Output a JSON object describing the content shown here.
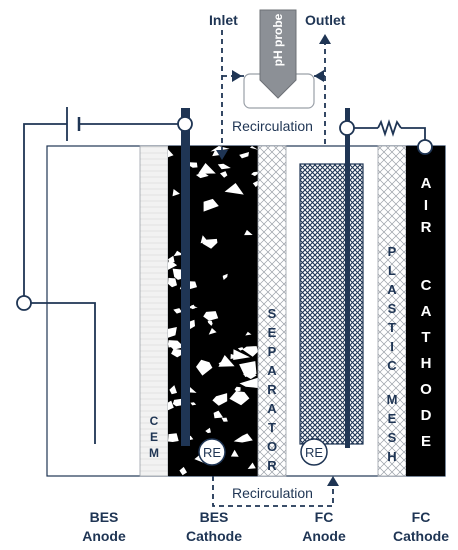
{
  "top_labels": {
    "inlet": "Inlet",
    "outlet": "Outlet",
    "ph_probe": "pH probe",
    "recirculation_top": "Recirculation",
    "recirculation_bottom": "Recirculation"
  },
  "electrodes": {
    "re_left": "RE",
    "re_right": "RE"
  },
  "vertical_labels": {
    "cem": [
      "C",
      "E",
      "M"
    ],
    "separator": [
      "S",
      "E",
      "P",
      "A",
      "R",
      "A",
      "T",
      "O",
      "R"
    ],
    "plastic": [
      "P",
      "L",
      "A",
      "S",
      "T",
      "I",
      "C"
    ],
    "mesh": [
      "M",
      "E",
      "S",
      "H"
    ],
    "air": [
      "A",
      "I",
      "R"
    ],
    "cathode": [
      "C",
      "A",
      "T",
      "H",
      "O",
      "D",
      "E"
    ]
  },
  "bottom_labels": {
    "bes_anode": [
      "BES",
      "Anode"
    ],
    "bes_cathode": [
      "BES",
      "Cathode"
    ],
    "fc_anode": [
      "FC",
      "Anode"
    ],
    "fc_cathode": [
      "FC",
      "Cathode"
    ]
  },
  "colors": {
    "ink": "#1f3554",
    "black": "#000000",
    "electrode": "#1f3554"
  }
}
